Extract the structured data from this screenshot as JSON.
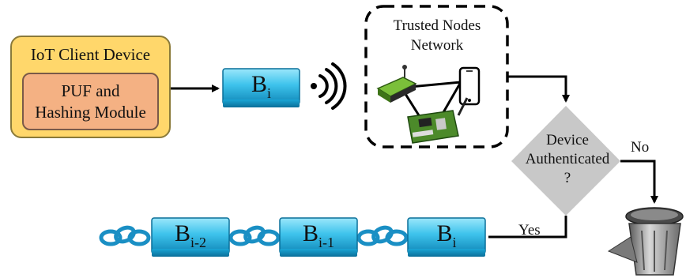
{
  "iot_client": {
    "title": "IoT Client Device",
    "module_line1": "PUF and",
    "module_line2": "Hashing Module"
  },
  "blocks": {
    "top": {
      "base": "B",
      "sub": "i"
    },
    "chain": [
      {
        "base": "B",
        "sub": "i-2"
      },
      {
        "base": "B",
        "sub": "i-1"
      },
      {
        "base": "B",
        "sub": "i"
      }
    ]
  },
  "trusted_network": {
    "line1": "Trusted Nodes",
    "line2": "Network"
  },
  "decision": {
    "line1": "Device",
    "line2": "Authenticated",
    "line3": "?",
    "no_label": "No",
    "yes_label": "Yes"
  },
  "colors": {
    "iot_outer": "#ffd76b",
    "puf_inner": "#f4b183",
    "block_fill": "#3ec3ec",
    "decision_fill": "#c8c8c8",
    "chain_link": "#1a8fc4"
  },
  "icons": [
    "wireless-signal-icon",
    "chain-link-icon",
    "trash-can-icon",
    "sensor-node-icon",
    "smartphone-icon",
    "circuit-board-icon"
  ]
}
